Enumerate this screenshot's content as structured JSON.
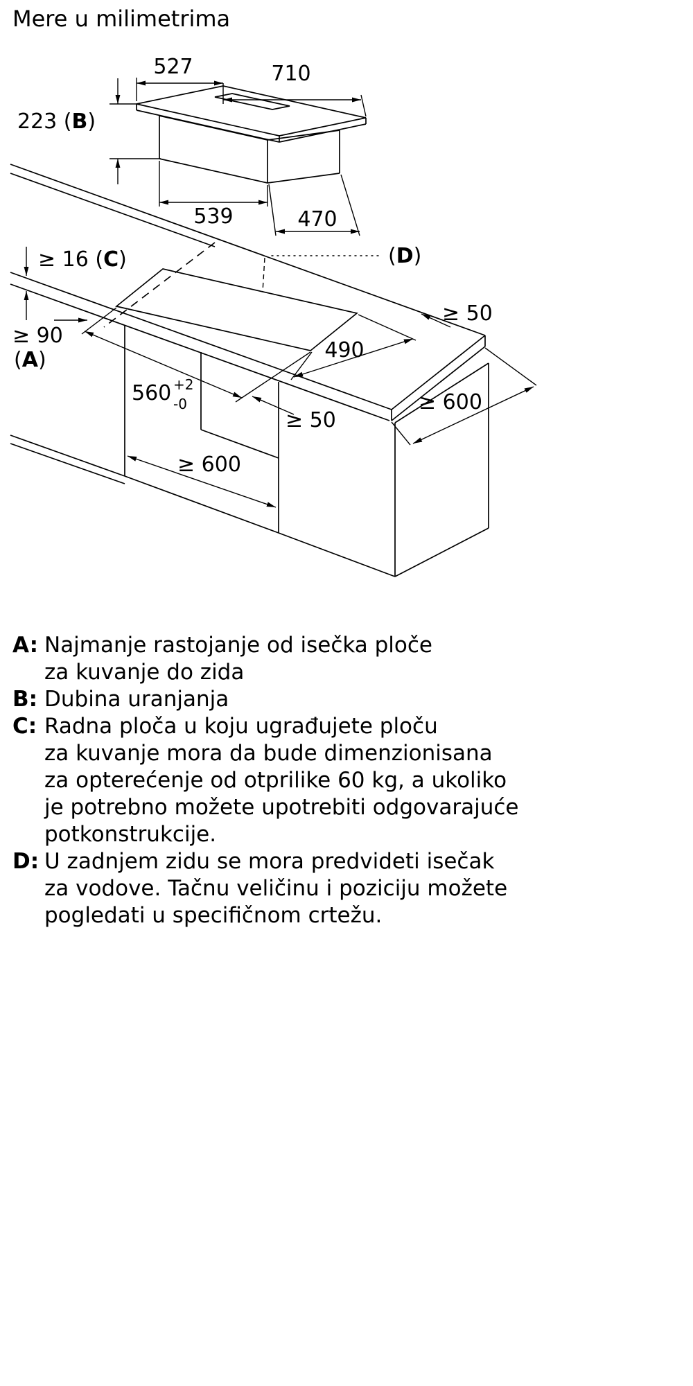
{
  "title": "Mere u milimetrima",
  "top": {
    "d527": "527",
    "d710": "710",
    "d223": {
      "pre": "223 (",
      "key": "B",
      "post": ")"
    },
    "d539": "539",
    "d470": "470"
  },
  "mid": {
    "d16": {
      "pre": "≥ 16 (",
      "key": "C",
      "post": ")"
    },
    "d90": "≥ 90",
    "a": {
      "pre": "(",
      "key": "A",
      "post": ")"
    },
    "d560": {
      "main": "560",
      "sup": "+2",
      "sub": "-0"
    },
    "d490": "490",
    "dmark": {
      "pre": "(",
      "key": "D",
      "post": ")"
    },
    "d50_back": "≥ 50",
    "d600_right": "≥ 600",
    "d50_front": "≥ 50",
    "d600_bottom": "≥ 600"
  },
  "legend": {
    "items": [
      {
        "key": "A:",
        "lines": [
          "Najmanje rastojanje od isečka ploče",
          "za kuvanje do zida"
        ]
      },
      {
        "key": "B:",
        "lines": [
          "Dubina uranjanja"
        ]
      },
      {
        "key": "C:",
        "lines": [
          "Radna ploča u koju ugrađujete ploču",
          "za kuvanje mora da bude dimenzionisana",
          "za opterećenje od otprilike 60 kg, a ukoliko",
          "je potrebno možete upotrebiti odgovarajuće",
          "potkonstrukcije."
        ]
      },
      {
        "key": "D:",
        "lines": [
          "U zadnjem zidu se mora predvideti isečak",
          "za vodove. Tačnu veličinu i poziciju možete",
          "pogledati u specifičnom crtežu."
        ]
      }
    ]
  }
}
